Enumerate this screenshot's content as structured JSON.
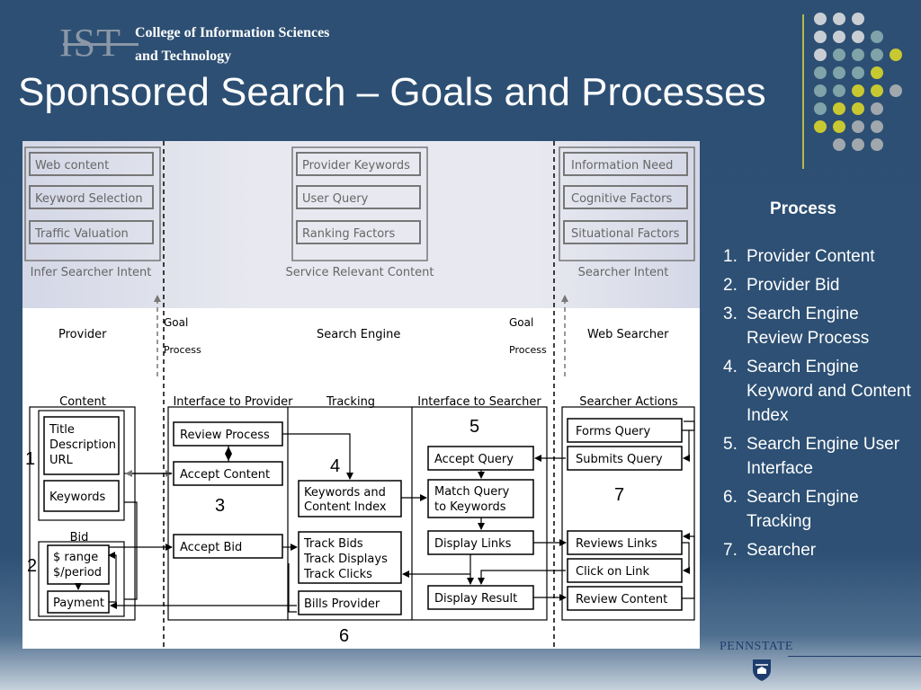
{
  "header": {
    "logo_text": "IST",
    "college_line1": "College of Information Sciences",
    "college_line2": "and Technology",
    "title": "Sponsored Search – Goals and Processes"
  },
  "diagram": {
    "top_columns": [
      {
        "caption": "Infer Searcher Intent",
        "boxes": [
          "Web content",
          "Keyword Selection",
          "Traffic Valuation"
        ]
      },
      {
        "caption": "Service Relevant Content",
        "boxes": [
          "Provider Keywords",
          "User Query",
          "Ranking Factors"
        ]
      },
      {
        "caption": "Searcher Intent",
        "boxes": [
          "Information Need",
          "Cognitive Factors",
          "Situational Factors"
        ]
      }
    ],
    "actors": {
      "provider": "Provider",
      "search_engine": "Search Engine",
      "web_searcher": "Web Searcher"
    },
    "goal_label": "Goal",
    "process_label": "Process",
    "sections": {
      "content": "Content",
      "interface_provider": "Interface to Provider",
      "tracking": "Tracking",
      "interface_searcher": "Interface to Searcher",
      "searcher_actions": "Searcher Actions",
      "bid": "Bid"
    },
    "boxes": {
      "title_desc": [
        "Title",
        "Description",
        "URL"
      ],
      "keywords": "Keywords",
      "range": [
        "$ range",
        "$/period"
      ],
      "payment": "Payment",
      "review_process": "Review Process",
      "accept_content": "Accept Content",
      "accept_bid": "Accept Bid",
      "keywords_index": [
        "Keywords and",
        "Content Index"
      ],
      "track": [
        "Track Bids",
        "Track Displays",
        "Track Clicks"
      ],
      "bills_provider": "Bills Provider",
      "accept_query": "Accept Query",
      "match_query": [
        "Match Query",
        "to Keywords"
      ],
      "display_links": "Display Links",
      "display_result": "Display Result",
      "forms_query": "Forms Query",
      "submits_query": "Submits Query",
      "reviews_links": "Reviews Links",
      "click_link": "Click on Link",
      "review_content": "Review Content"
    },
    "numbers": {
      "n1": "1",
      "n2": "2",
      "n3": "3",
      "n4": "4",
      "n5": "5",
      "n6": "6",
      "n7": "7"
    }
  },
  "process": {
    "title": "Process",
    "items": [
      {
        "num": "1.",
        "text": "Provider Content"
      },
      {
        "num": "2.",
        "text": "Provider Bid"
      },
      {
        "num": "3.",
        "text": "Search Engine Review Process"
      },
      {
        "num": "4.",
        "text": "Search Engine Keyword and Content Index"
      },
      {
        "num": "5.",
        "text": "Search Engine User Interface"
      },
      {
        "num": "6.",
        "text": "Search Engine Tracking"
      },
      {
        "num": "7.",
        "text": "Searcher"
      }
    ]
  },
  "footer": {
    "brand": "PENNSTATE"
  },
  "colors": {
    "background": "#2d4f73",
    "accent_yellow": "#c8c832",
    "accent_teal": "#6e9aa0",
    "dot_grey": "#a0a8ae"
  }
}
